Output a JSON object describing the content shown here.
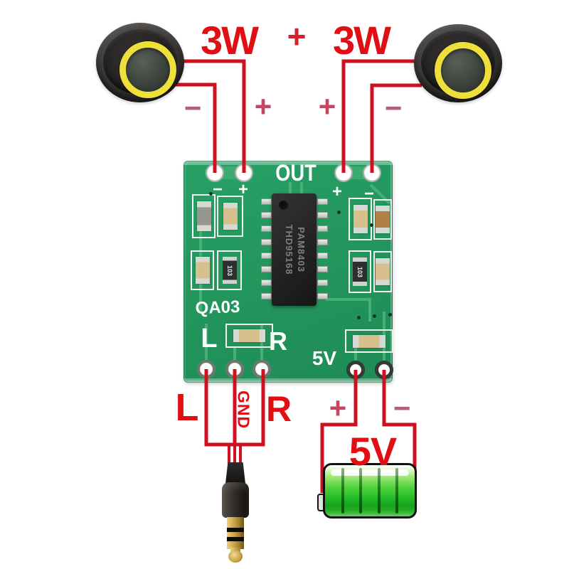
{
  "diagram": {
    "title_hint": "PAM8403 mini amplifier board wiring diagram",
    "speakers": {
      "left_power": "3W",
      "right_power": "3W",
      "joiner_plus": "+"
    },
    "wire_marks": {
      "left_minus": "−",
      "left_plus": "+",
      "right_plus": "+",
      "right_minus": "−"
    },
    "board": {
      "out": "OUT",
      "silk_minus_left": "−",
      "silk_plus_left": "+",
      "silk_plus_right": "+",
      "silk_minus_right": "−",
      "model": "QA03",
      "left": "L",
      "right": "R",
      "power": "5V",
      "ic_line1": "PAM8403",
      "ic_line2": "THD95168",
      "resistor_code": "103"
    },
    "audio_input": {
      "left": "L",
      "ground": "GND",
      "right": "R"
    },
    "power": {
      "plus": "+",
      "minus": "−",
      "voltage": "5V"
    },
    "colors": {
      "label_red": "#e10e14",
      "wire_red": "#cf1020",
      "symbol_crimson": "#c5455e",
      "symbol_mauve": "#b2607a",
      "board_green": "#23975d",
      "trace_green": "#44b078",
      "battery_green": "#2cc22c",
      "speaker_ring_yellow": "#efdf3a",
      "background": "#ffffff"
    }
  }
}
